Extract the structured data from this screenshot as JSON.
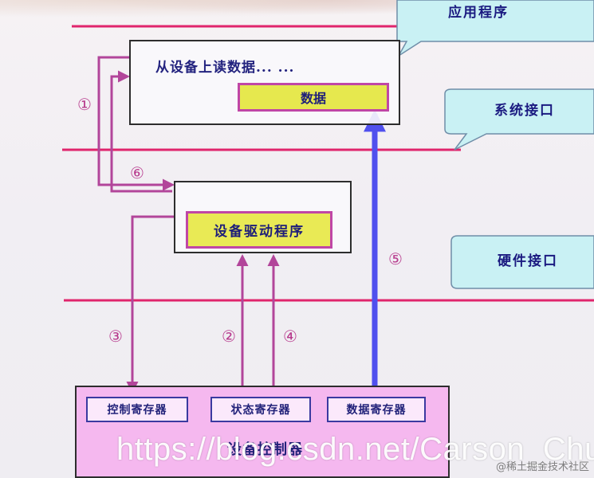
{
  "layers": {
    "application": "应用程序",
    "system_interface": "系统接口",
    "hardware_interface": "硬件接口"
  },
  "app": {
    "title": "从设备上读数据... ...",
    "data_label": "数据"
  },
  "driver": {
    "label": "设备驱动程序"
  },
  "controller": {
    "registers": [
      "控制寄存器",
      "状态寄存器",
      "数据寄存器"
    ],
    "title": "设备控制器"
  },
  "steps": {
    "s1": "①",
    "s2": "②",
    "s3": "③",
    "s4": "④",
    "s5": "⑤",
    "s6": "⑥"
  },
  "watermark": {
    "url": "https://blog.csdn.net/Carson_Chu",
    "site": "@稀土掘金技术社区"
  },
  "colors": {
    "layer_line": "#e0256c",
    "arrow_pink": "#b2459a",
    "arrow_blue": "#5050ee",
    "callout_fill": "#c9f1f4",
    "label_fill": "#e6e84e",
    "controller_fill": "#f5b8ef"
  }
}
